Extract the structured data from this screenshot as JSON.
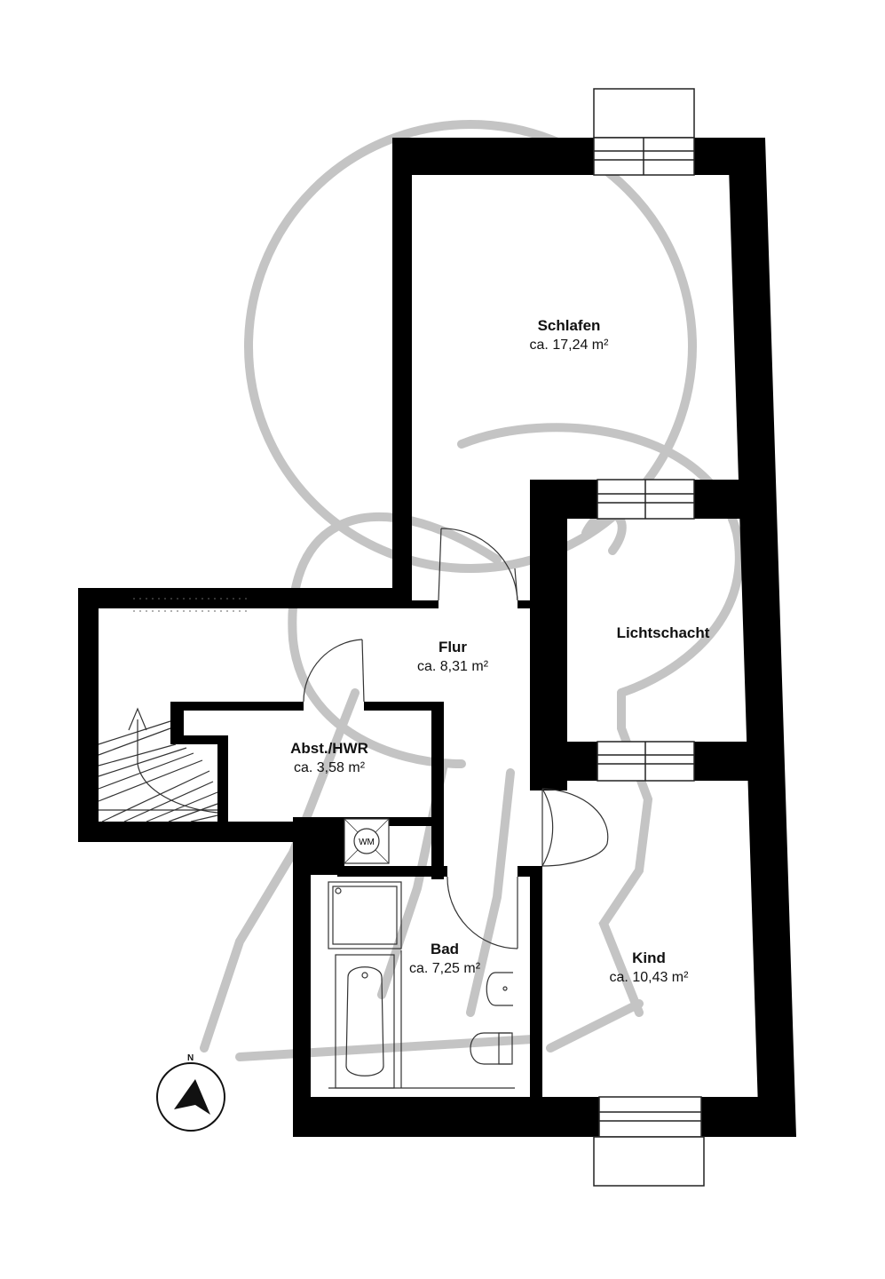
{
  "rooms": {
    "schlafen": {
      "name": "Schlafen",
      "area": "ca. 17,24 m²"
    },
    "flur": {
      "name": "Flur",
      "area": "ca. 8,31 m²"
    },
    "lichtschacht": {
      "name": "Lichtschacht"
    },
    "abst": {
      "name": "Abst./HWR",
      "area": "ca. 3,58 m²"
    },
    "bad": {
      "name": "Bad",
      "area": "ca. 7,25 m²"
    },
    "kind": {
      "name": "Kind",
      "area": "ca. 10,43 m²"
    }
  },
  "fixtures": {
    "washing_machine": "WM"
  },
  "compass": {
    "north": "N"
  },
  "colors": {
    "wall": "#000000",
    "watermark": "#c4c4c4",
    "line": "#222222"
  }
}
